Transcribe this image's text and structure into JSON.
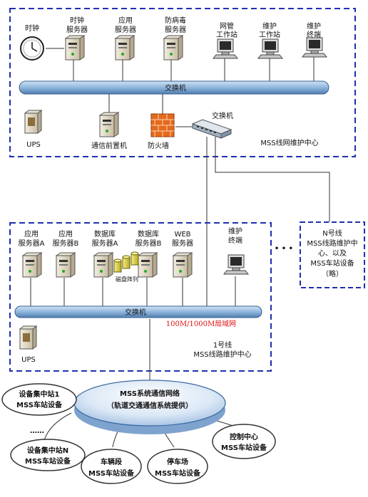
{
  "center": {
    "clock": "时钟",
    "time_server": [
      "时钟",
      "服务器"
    ],
    "app_server": [
      "应用",
      "服务器"
    ],
    "av_server": [
      "防病毒",
      "服务器"
    ],
    "nms_ws": [
      "网管",
      "工作站"
    ],
    "maint_ws": [
      "维护",
      "工作站"
    ],
    "maint_term": [
      "维护",
      "终端"
    ],
    "bus": "交换机",
    "ups": "UPS",
    "comm_fep": "通信前置机",
    "firewall": "防火墙",
    "switch": "交换机",
    "name": "MSS线网维护中心"
  },
  "line1": {
    "app_a": [
      "应用",
      "服务器A"
    ],
    "app_b": [
      "应用",
      "服务器B"
    ],
    "db_a": [
      "数据库",
      "服务器A"
    ],
    "db_b": [
      "数据库",
      "服务器B"
    ],
    "web": [
      "WEB",
      "服务器"
    ],
    "maint_term": [
      "维护",
      "终端"
    ],
    "disk_array": "磁盘阵列",
    "bus": "交换机",
    "lan": "100M/1000M局域网",
    "ups": "UPS",
    "name": [
      "1号线",
      "MSS线路维护中心"
    ]
  },
  "lineN": {
    "ellipsis": "• • •",
    "text": [
      "N号线",
      "MSS线路维护中",
      "心、以及",
      "MSS车站设备",
      "（略）"
    ]
  },
  "network": {
    "title": "MSS系统通信网络",
    "subtitle": "（轨道交通通信系统提供）"
  },
  "stations": {
    "hub1": [
      "设备集中站1",
      "MSS车站设备"
    ],
    "dots": "……",
    "hubN": [
      "设备集中站N",
      "MSS车站设备"
    ],
    "depot": [
      "车辆段",
      "MSS车站设备"
    ],
    "parking": [
      "停车场",
      "MSS车站设备"
    ],
    "control": [
      "控制中心",
      "MSS车站设备"
    ]
  }
}
